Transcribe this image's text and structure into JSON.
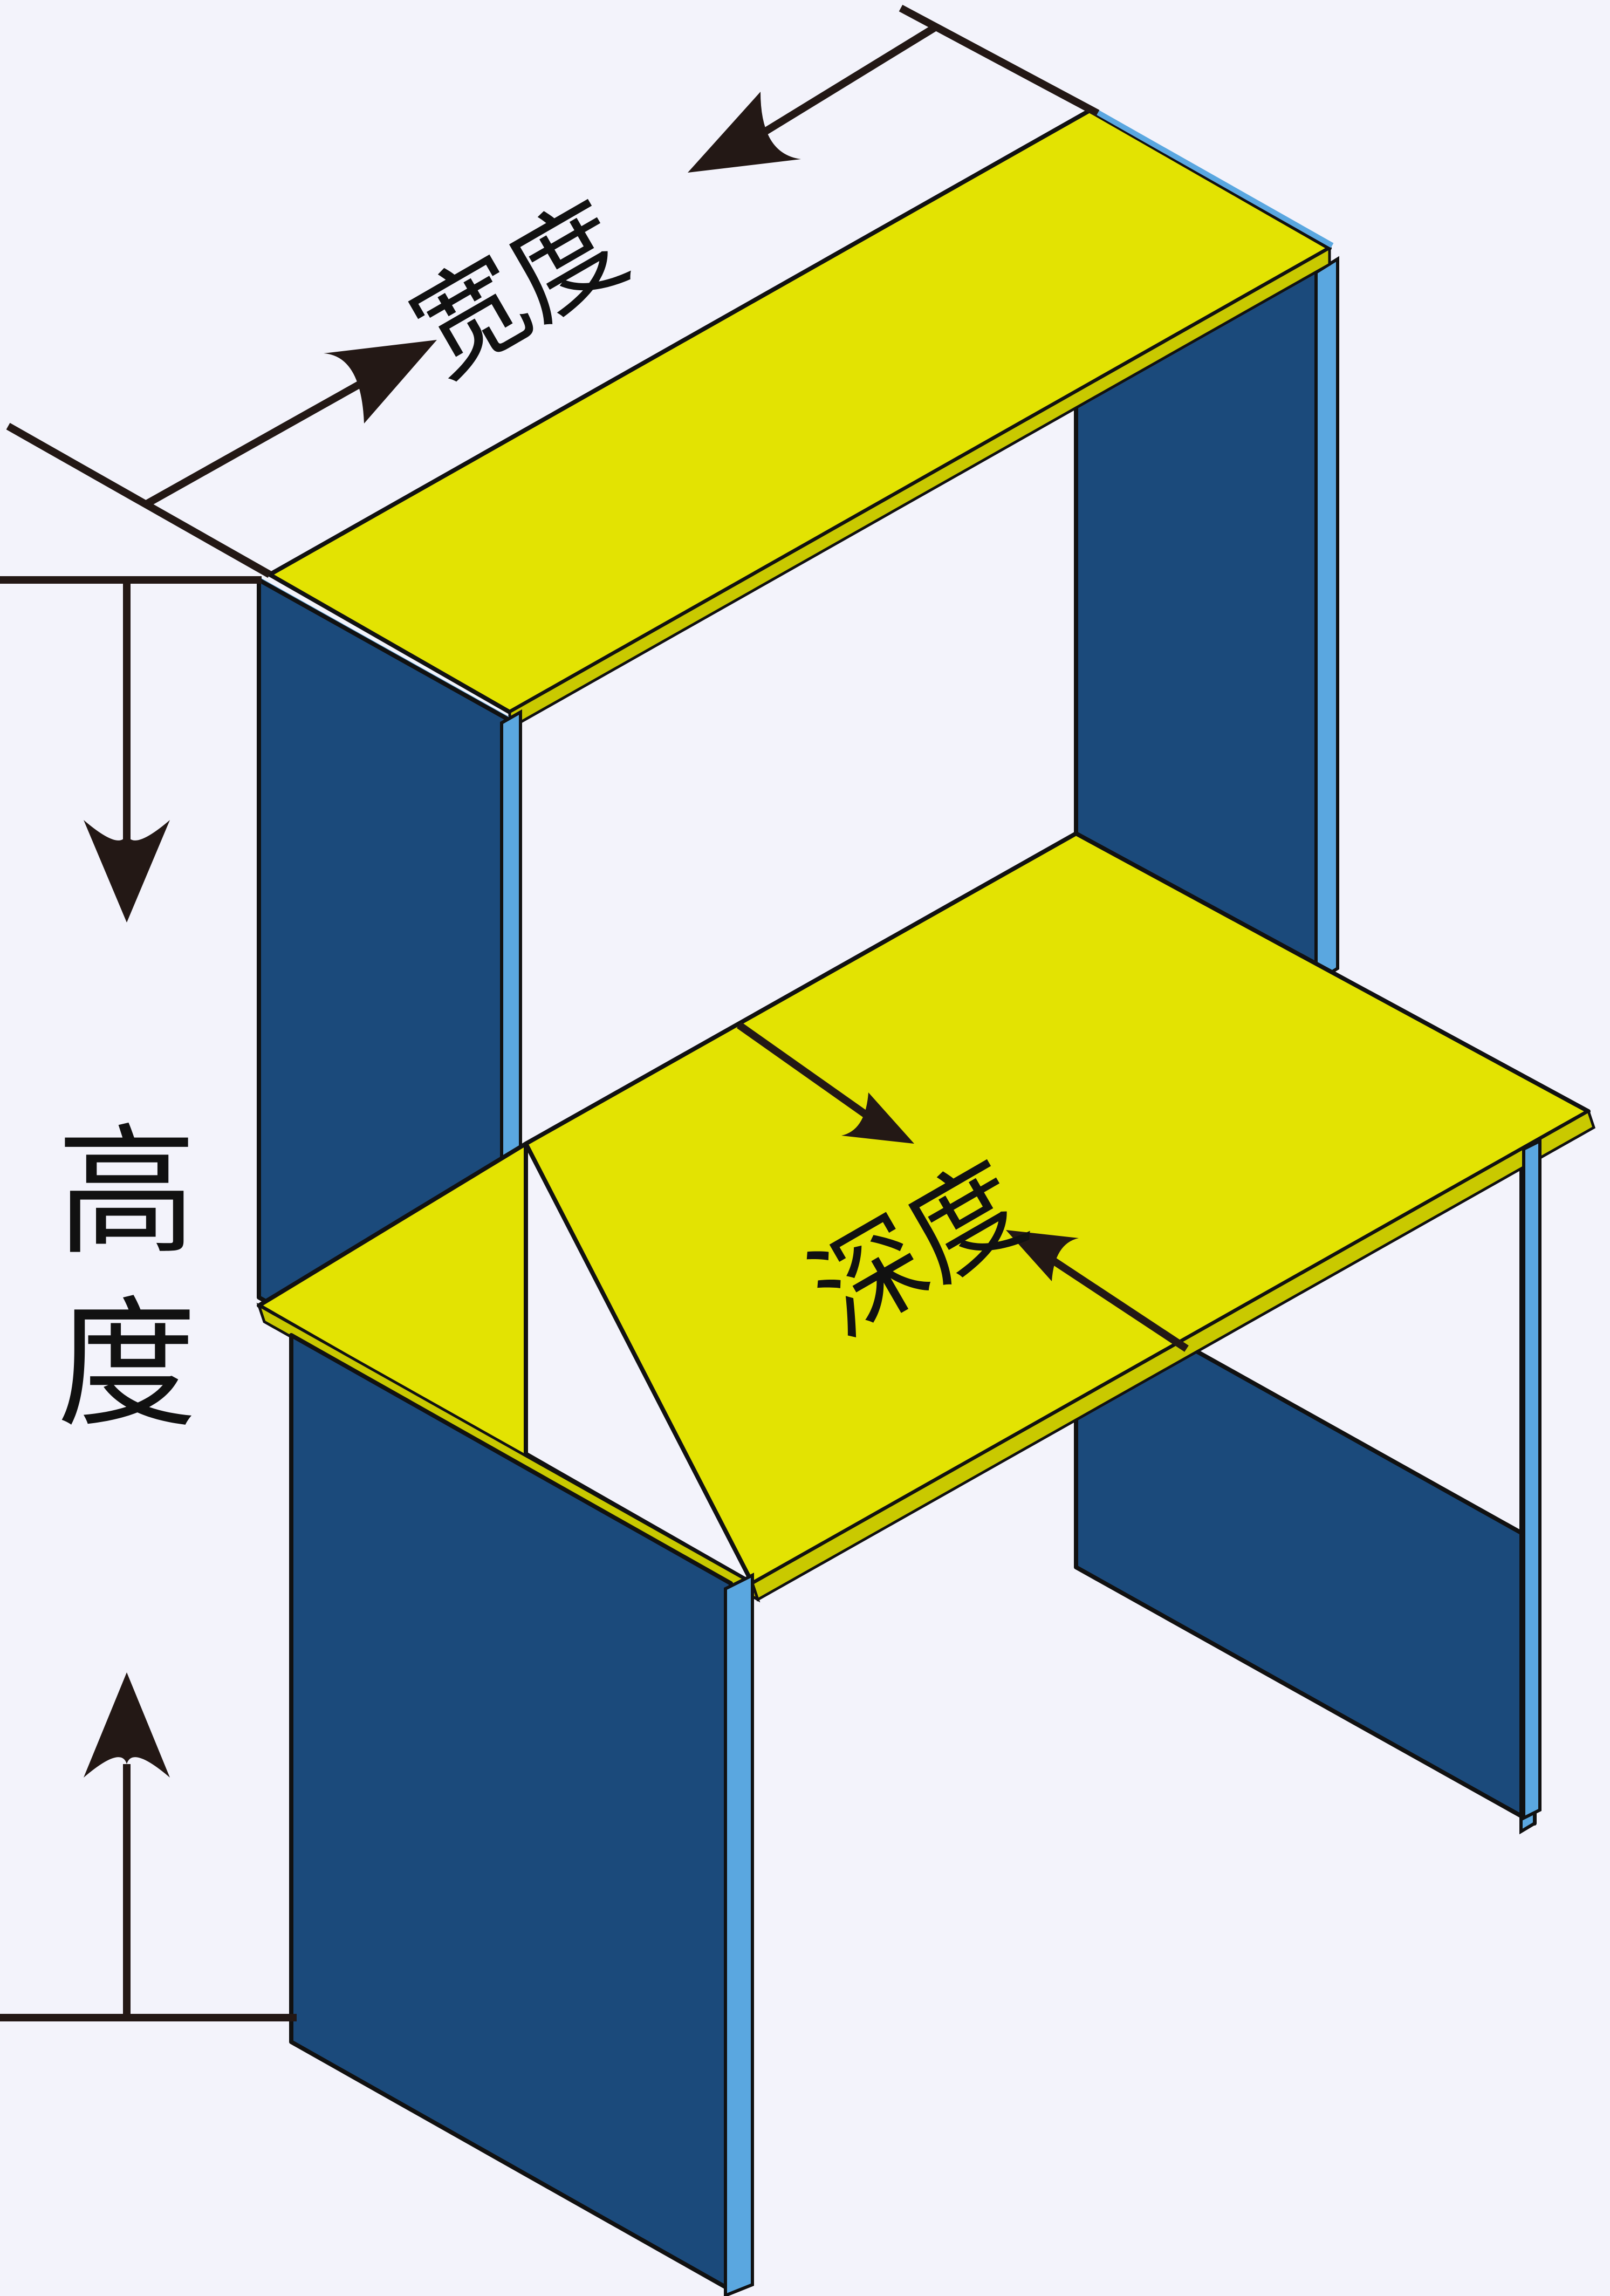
{
  "labels": {
    "width": "宽度",
    "height_line1": "高",
    "height_line2": "度",
    "depth": "深度"
  },
  "colors": {
    "background": "#F3F3FB",
    "panel_side": "#1B4A7B",
    "panel_top": "#E3E302",
    "edge_highlight": "#5AA7E0",
    "dimension_lines": "#231815"
  }
}
